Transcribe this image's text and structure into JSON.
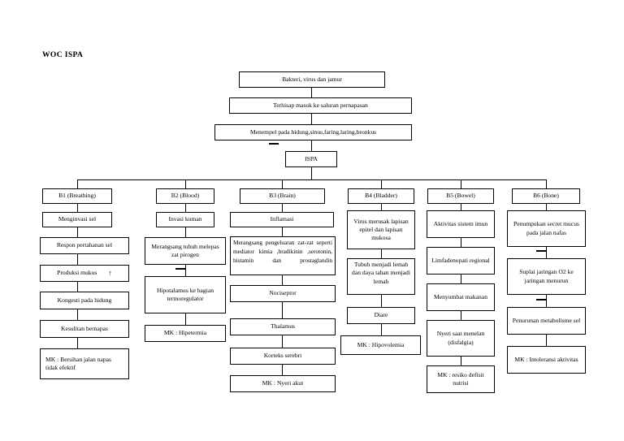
{
  "document": {
    "title": "WOC ISPA"
  },
  "flow": {
    "top_chain": [
      {
        "id": "cause",
        "label": "Bakteri, virus dan jamur"
      },
      {
        "id": "inhaled",
        "label": "Terhisap masuk ke saluran pernapasan"
      },
      {
        "id": "attach",
        "label": "Menempel pada hidung,sinus,faring,laring,bronkus"
      },
      {
        "id": "ispa",
        "label": "ISPA"
      }
    ],
    "columns": [
      {
        "id": "b1",
        "header": "B1 (Breathing)",
        "steps": [
          {
            "label": "Menginvasi sel"
          },
          {
            "label": "Respon pertahanan sel"
          },
          {
            "label": "Produksi mukus",
            "suffix_icon": "up-arrow-icon",
            "suffix": "↑"
          },
          {
            "label": "Kongesti pada hidung"
          },
          {
            "label": "Kesulitan bernapas"
          },
          {
            "label": "MK : Bersihan jalan napas tidak efektif"
          }
        ]
      },
      {
        "id": "b2",
        "header": "B2 (Blood)",
        "steps": [
          {
            "label": "Invasi kuman"
          },
          {
            "label": "Merangsang tubuh melepas zat pirogen"
          },
          {
            "label": "Hipotalamus ke bagian termoregulator"
          },
          {
            "label": "MK : Hipetermia"
          }
        ]
      },
      {
        "id": "b3",
        "header": "B3 (Brain)",
        "steps": [
          {
            "label": "Inflamasi"
          },
          {
            "label": "Merangsang pengeluaran zat-zat seperti mediator kimia ,bradikinin ,serotonin, histamin dan prostaglandin"
          },
          {
            "label": "Nociseptor"
          },
          {
            "label": "Thalamus"
          },
          {
            "label": "Korteks serebri"
          },
          {
            "label": "MK : Nyeri akut"
          }
        ]
      },
      {
        "id": "b4",
        "header": "B4 (Bladder)",
        "steps": [
          {
            "label": "Virus merusak lapisan epitel dan lapisan mukosa"
          },
          {
            "label": "Tubuh menjadi lemah dan daya tahan menjadi lemah"
          },
          {
            "label": "Diare"
          },
          {
            "label": "MK : Hipovolemia"
          }
        ]
      },
      {
        "id": "b5",
        "header": "B5 (Bowel)",
        "steps": [
          {
            "label": "Aktivitas sistem imun"
          },
          {
            "label": "Limfadenopati regional"
          },
          {
            "label": "Menyumbat makanan"
          },
          {
            "label": "Nyeri saat menelan (disfalgia)"
          },
          {
            "label": "MK : resiko defisit nutrisi"
          }
        ]
      },
      {
        "id": "b6",
        "header": "B6 (Bone)",
        "steps": [
          {
            "label": "Penumpukan secret mucus pada jalan nafas"
          },
          {
            "label": "Suplai jaringan O2 ke jaringan menurun"
          },
          {
            "label": "Penurunan metabolisme sel"
          },
          {
            "label": "MK : Intoleransi aktivitas"
          }
        ]
      }
    ]
  },
  "style": {
    "line_color": "#000000",
    "box_fill": "#ffffff",
    "text_color": "#000000"
  }
}
